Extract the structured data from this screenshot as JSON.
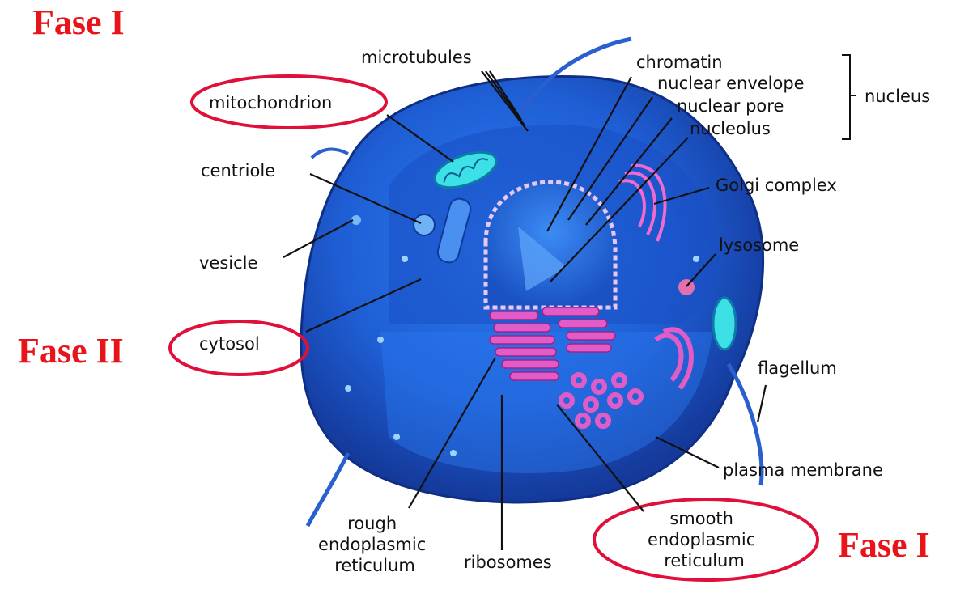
{
  "phases": {
    "top_left": "Fase I",
    "middle_left": "Fase II",
    "bottom_right": "Fase I"
  },
  "labels": {
    "microtubules": "microtubules",
    "mitochondrion": "mitochondrion",
    "centriole": "centriole",
    "vesicle": "vesicle",
    "cytosol": "cytosol",
    "rough_er": [
      "rough",
      "endoplasmic",
      "reticulum"
    ],
    "ribosomes": "ribosomes",
    "smooth_er": [
      "smooth",
      "endoplasmic",
      "reticulum"
    ],
    "chromatin": "chromatin",
    "nuclear_envelope": "nuclear envelope",
    "nuclear_pore": "nuclear pore",
    "nucleolus": "nucleolus",
    "nucleus": "nucleus",
    "golgi": "Golgi complex",
    "lysosome": "lysosome",
    "flagellum": "flagellum",
    "plasma_membrane": "plasma membrane"
  },
  "colors": {
    "phase_text": "#e8141a",
    "highlight_ring": "#e0103a",
    "cell_blue": "#1f5fd6",
    "organelle_pink": "#e25cc8"
  }
}
